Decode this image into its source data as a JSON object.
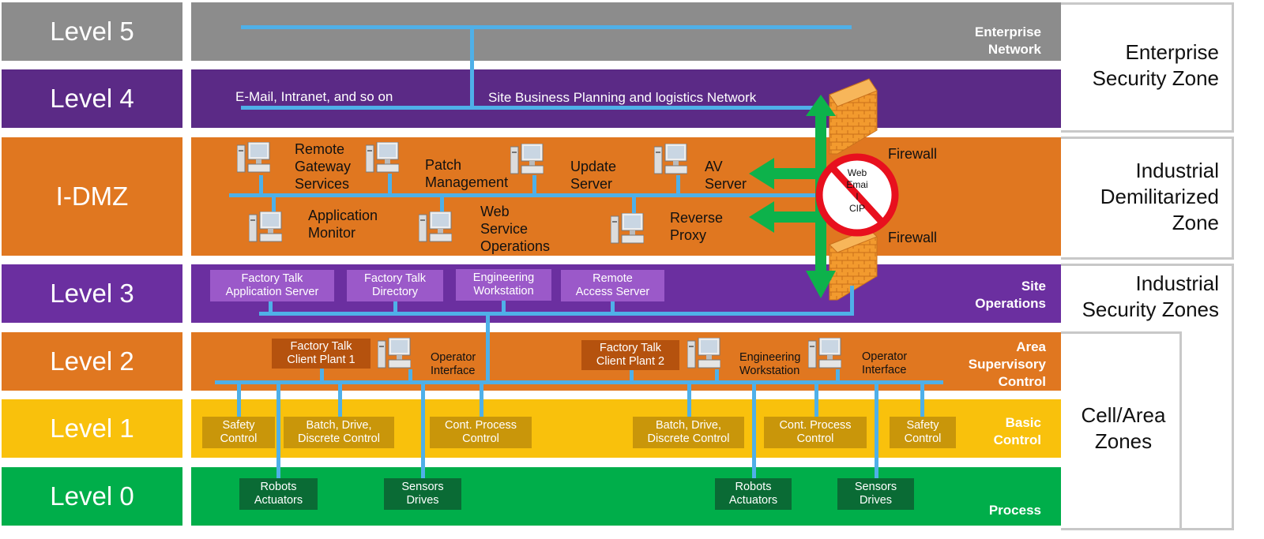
{
  "colors": {
    "gray": "#8c8c8c",
    "purple": "#5b2a86",
    "orange": "#e07720",
    "yellow": "#f9c10c",
    "green": "#00ae4a",
    "line": "#4fb0e8",
    "purple_box": "#9b59c9",
    "brown_box": "#b5520e",
    "gold_box": "#c9960a",
    "dark_green_box": "#0a6b35"
  },
  "levels": {
    "l5": "Level 5",
    "l4": "Level 4",
    "dmz": "I-DMZ",
    "l3": "Level 3",
    "l2": "Level 2",
    "l1": "Level 1",
    "l0": "Level 0"
  },
  "zones": {
    "enterprise": "Enterprise\nSecurity Zone",
    "dmz": "Industrial\nDemilitarized\nZone",
    "industrial": "Industrial\nSecurity Zones",
    "cell": "Cell/Area\nZones"
  },
  "band_labels": {
    "enterprise_network": "Enterprise\nNetwork",
    "site_operations": "Site\nOperations",
    "area_supervisory": "Area\nSupervisory\nControl",
    "basic_control": "Basic\nControl",
    "process": "Process"
  },
  "level4": {
    "email": "E-Mail, Intranet, and so on",
    "site_network": "Site Business Planning and logistics Network"
  },
  "dmz": {
    "remote_gateway": "Remote\nGateway\nServices",
    "patch": "Patch\nManagement",
    "update": "Update\nServer",
    "av": "AV\nServer",
    "app_monitor": "Application\nMonitor",
    "web_service": "Web\nService\nOperations",
    "reverse_proxy": "Reverse\nProxy",
    "firewall_top": "Firewall",
    "firewall_bottom": "Firewall",
    "no_sign": "Web\nEmai\nl\nCIP"
  },
  "level3": {
    "ft_app": "Factory Talk\nApplication Server",
    "ft_dir": "Factory Talk\nDirectory",
    "eng_ws": "Engineering\nWorkstation",
    "remote_access": "Remote\nAccess Server"
  },
  "level2": {
    "client1": "Factory Talk\nClient Plant 1",
    "op1": "Operator\nInterface",
    "client2": "Factory Talk\nClient Plant 2",
    "eng_ws": "Engineering\nWorkstation",
    "op2": "Operator\nInterface"
  },
  "level1": {
    "safety1": "Safety\nControl",
    "batch1": "Batch, Drive,\nDiscrete Control",
    "cont1": "Cont. Process\nControl",
    "batch2": "Batch, Drive,\nDiscrete Control",
    "cont2": "Cont. Process\nControl",
    "safety2": "Safety\nControl"
  },
  "level0": {
    "robots1": "Robots\nActuators",
    "sensors1": "Sensors\nDrives",
    "robots2": "Robots\nActuators",
    "sensors2": "Sensors\nDrives"
  }
}
